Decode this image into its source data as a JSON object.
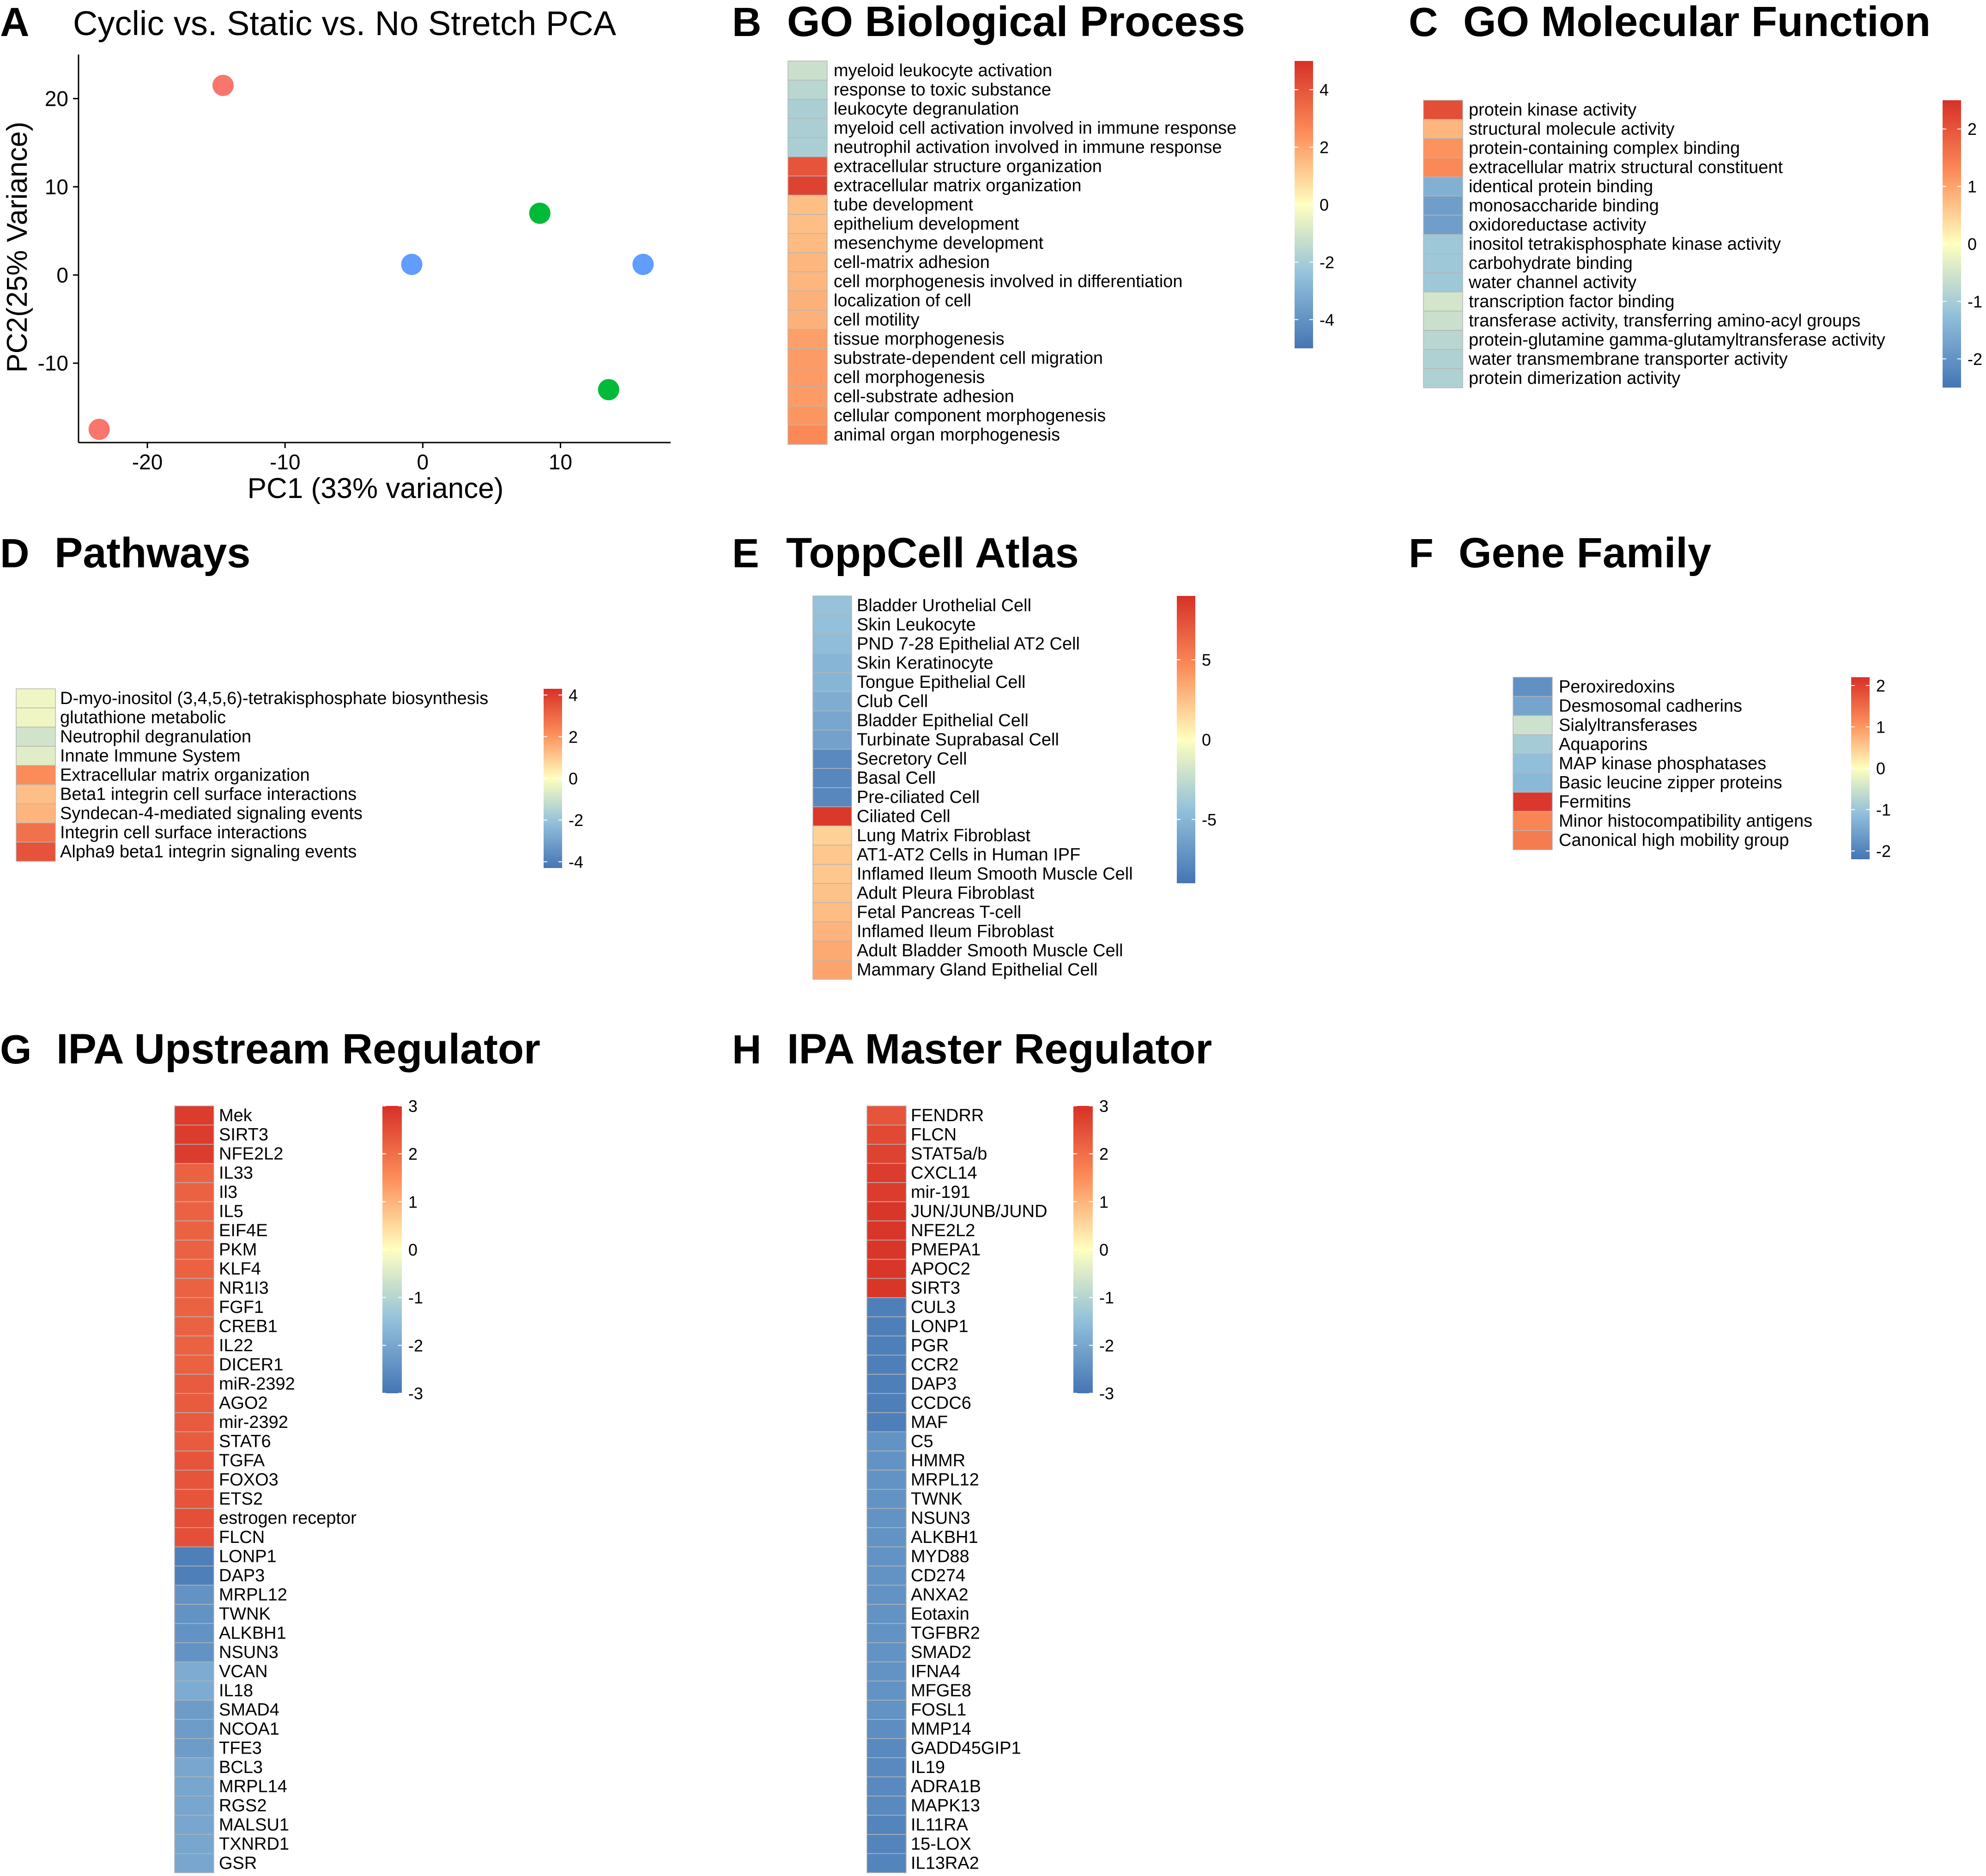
{
  "chart_data": [
    {
      "id": "A",
      "type": "scatter",
      "letter": "A",
      "title": "Cyclic vs. Static vs. No Stretch PCA",
      "xlabel": "PC1 (33% variance)",
      "ylabel": "PC2(25% Variance)",
      "xlim": [
        -25,
        18
      ],
      "ylim": [
        -19,
        25
      ],
      "xticks": [
        -20,
        -10,
        0,
        10
      ],
      "yticks": [
        -10,
        0,
        10,
        20
      ],
      "grid": false,
      "colors": [
        "#F8766D",
        "#00BA38",
        "#619CFF"
      ],
      "points": [
        {
          "x": -14.5,
          "y": 21.5,
          "color": "#F8766D"
        },
        {
          "x": -23.5,
          "y": -17.5,
          "color": "#F8766D"
        },
        {
          "x": 8.5,
          "y": 7.0,
          "color": "#00BA38"
        },
        {
          "x": 13.5,
          "y": -13.0,
          "color": "#00BA38"
        },
        {
          "x": -0.8,
          "y": 1.2,
          "color": "#619CFF"
        },
        {
          "x": 16.0,
          "y": 1.2,
          "color": "#619CFF"
        }
      ]
    },
    {
      "id": "B",
      "type": "heatmap",
      "letter": "B",
      "title": "GO Biological Process",
      "color_range": [
        -5,
        5
      ],
      "colorbar_ticks": [
        4,
        2,
        0,
        -2,
        -4
      ],
      "rows": [
        {
          "label": "myeloid leukocyte activation",
          "value": -1.2
        },
        {
          "label": "response to toxic substance",
          "value": -1.6
        },
        {
          "label": "leukocyte degranulation",
          "value": -1.9
        },
        {
          "label": "myeloid cell activation involved in immune response",
          "value": -1.9
        },
        {
          "label": "neutrophil activation involved in immune response",
          "value": -1.9
        },
        {
          "label": "extracellular structure organization",
          "value": 4.0
        },
        {
          "label": "extracellular matrix organization",
          "value": 4.5
        },
        {
          "label": "tube development",
          "value": 1.4
        },
        {
          "label": "epithelium development",
          "value": 1.4
        },
        {
          "label": "mesenchyme development",
          "value": 1.5
        },
        {
          "label": "cell-matrix adhesion",
          "value": 1.6
        },
        {
          "label": "cell morphogenesis involved in differentiation",
          "value": 1.6
        },
        {
          "label": "localization of cell",
          "value": 1.7
        },
        {
          "label": "cell motility",
          "value": 1.7
        },
        {
          "label": "tissue morphogenesis",
          "value": 2.1
        },
        {
          "label": "substrate-dependent cell migration",
          "value": 2.2
        },
        {
          "label": "cell morphogenesis",
          "value": 2.2
        },
        {
          "label": "cell-substrate adhesion",
          "value": 2.2
        },
        {
          "label": "cellular component morphogenesis",
          "value": 2.3
        },
        {
          "label": "animal organ morphogenesis",
          "value": 2.6
        }
      ]
    },
    {
      "id": "C",
      "type": "heatmap",
      "letter": "C",
      "title": "GO Molecular Function",
      "color_range": [
        -2.5,
        2.5
      ],
      "colorbar_ticks": [
        2,
        1,
        0,
        -1,
        -2
      ],
      "rows": [
        {
          "label": "protein kinase activity",
          "value": 2.1
        },
        {
          "label": "structural molecule activity",
          "value": 0.8
        },
        {
          "label": "protein-containing complex binding",
          "value": 1.2
        },
        {
          "label": "extracellular matrix structural constituent",
          "value": 1.3
        },
        {
          "label": "identical protein binding",
          "value": -1.5
        },
        {
          "label": "monosaccharide binding",
          "value": -1.8
        },
        {
          "label": "oxidoreductase activity",
          "value": -1.8
        },
        {
          "label": "inositol tetrakisphosphate kinase activity",
          "value": -1.1
        },
        {
          "label": "carbohydrate binding",
          "value": -1.1
        },
        {
          "label": "water channel activity",
          "value": -1.1
        },
        {
          "label": "transcription factor binding",
          "value": -0.5
        },
        {
          "label": "transferase activity, transferring amino-acyl groups",
          "value": -0.6
        },
        {
          "label": "protein-glutamine gamma-glutamyltransferase activity",
          "value": -0.8
        },
        {
          "label": "water transmembrane transporter activity",
          "value": -0.9
        },
        {
          "label": "protein dimerization activity",
          "value": -0.9
        }
      ]
    },
    {
      "id": "D",
      "type": "heatmap",
      "letter": "D",
      "title": "Pathways",
      "color_range": [
        -4.3,
        4.3
      ],
      "colorbar_ticks": [
        4,
        2,
        0,
        -2,
        -4
      ],
      "rows": [
        {
          "label": "D-myo-inositol (3,4,5,6)-tetrakisphosphate biosynthesis",
          "value": -0.3
        },
        {
          "label": "glutathione metabolic",
          "value": -0.3
        },
        {
          "label": "Neutrophil degranulation",
          "value": -0.9
        },
        {
          "label": "Innate Immune System",
          "value": -0.6
        },
        {
          "label": "Extracellular matrix organization",
          "value": 2.2
        },
        {
          "label": "Beta1 integrin cell surface interactions",
          "value": 1.2
        },
        {
          "label": "Syndecan-4-mediated signaling events",
          "value": 1.4
        },
        {
          "label": "Integrin cell surface interactions",
          "value": 2.8
        },
        {
          "label": "Alpha9 beta1 integrin signaling events",
          "value": 3.5
        }
      ]
    },
    {
      "id": "E",
      "type": "heatmap",
      "letter": "E",
      "title": "ToppCell Atlas",
      "color_range": [
        -9,
        9
      ],
      "colorbar_ticks": [
        5,
        0,
        -5
      ],
      "rows": [
        {
          "label": "Bladder Urothelial Cell",
          "value": -4.3
        },
        {
          "label": "Skin Leukocyte",
          "value": -4.4
        },
        {
          "label": "PND 7-28 Epithelial AT2 Cell",
          "value": -4.6
        },
        {
          "label": "Skin Keratinocyte",
          "value": -5.1
        },
        {
          "label": "Tongue Epithelial Cell",
          "value": -5.1
        },
        {
          "label": "Club Cell",
          "value": -5.6
        },
        {
          "label": "Bladder Epithelial Cell",
          "value": -6.0
        },
        {
          "label": "Turbinate Suprabasal Cell",
          "value": -6.3
        },
        {
          "label": "Secretory Cell",
          "value": -7.8
        },
        {
          "label": "Basal Cell",
          "value": -7.9
        },
        {
          "label": "Pre-ciliated Cell",
          "value": -7.9
        },
        {
          "label": "Ciliated Cell",
          "value": 8.6
        },
        {
          "label": "Lung Matrix Fibroblast",
          "value": 1.8
        },
        {
          "label": "AT1-AT2 Cells in Human IPF",
          "value": 2.2
        },
        {
          "label": "Inflamed Ileum Smooth Muscle Cell",
          "value": 2.2
        },
        {
          "label": "Adult Pleura Fibroblast",
          "value": 2.4
        },
        {
          "label": "Fetal Pancreas T-cell",
          "value": 2.6
        },
        {
          "label": "Inflamed Ileum Fibroblast",
          "value": 3.0
        },
        {
          "label": "Adult Bladder Smooth Muscle Cell",
          "value": 3.4
        },
        {
          "label": "Mammary Gland Epithelial Cell",
          "value": 3.6
        }
      ]
    },
    {
      "id": "F",
      "type": "heatmap",
      "letter": "F",
      "title": "Gene Family",
      "color_range": [
        -2.2,
        2.2
      ],
      "colorbar_ticks": [
        2,
        1,
        0,
        -1,
        -2
      ],
      "rows": [
        {
          "label": "Peroxiredoxins",
          "value": -1.8
        },
        {
          "label": "Desmosomal cadherins",
          "value": -1.5
        },
        {
          "label": "Sialyltransferases",
          "value": -0.5
        },
        {
          "label": "Aquaporins",
          "value": -0.9
        },
        {
          "label": "MAP kinase phosphatases",
          "value": -1.1
        },
        {
          "label": "Basic leucine zipper proteins",
          "value": -1.2
        },
        {
          "label": "Fermitins",
          "value": 2.1
        },
        {
          "label": "Minor histocompatibility antigens",
          "value": 1.2
        },
        {
          "label": "Canonical high mobility group",
          "value": 1.3
        }
      ]
    },
    {
      "id": "G",
      "type": "heatmap",
      "letter": "G",
      "title": "IPA Upstream Regulator",
      "color_range": [
        -3,
        3
      ],
      "colorbar_ticks": [
        3,
        2,
        1,
        0,
        -1,
        -2,
        -3
      ],
      "rows": [
        {
          "label": "Mek",
          "value": 2.8
        },
        {
          "label": "SIRT3",
          "value": 2.8
        },
        {
          "label": "NFE2L2",
          "value": 2.8
        },
        {
          "label": "IL33",
          "value": 2.2
        },
        {
          "label": "Il3",
          "value": 2.2
        },
        {
          "label": "IL5",
          "value": 2.2
        },
        {
          "label": "EIF4E",
          "value": 2.2
        },
        {
          "label": "PKM",
          "value": 2.2
        },
        {
          "label": "KLF4",
          "value": 2.2
        },
        {
          "label": "NR1I3",
          "value": 2.2
        },
        {
          "label": "FGF1",
          "value": 2.2
        },
        {
          "label": "CREB1",
          "value": 2.2
        },
        {
          "label": "IL22",
          "value": 2.2
        },
        {
          "label": "DICER1",
          "value": 2.2
        },
        {
          "label": "miR-2392",
          "value": 2.3
        },
        {
          "label": "AGO2",
          "value": 2.3
        },
        {
          "label": "mir-2392",
          "value": 2.3
        },
        {
          "label": "STAT6",
          "value": 2.3
        },
        {
          "label": "TGFA",
          "value": 2.4
        },
        {
          "label": "FOXO3",
          "value": 2.4
        },
        {
          "label": "ETS2",
          "value": 2.4
        },
        {
          "label": "estrogen receptor",
          "value": 2.5
        },
        {
          "label": "FLCN",
          "value": 2.5
        },
        {
          "label": "LONP1",
          "value": -2.8
        },
        {
          "label": "DAP3",
          "value": -2.8
        },
        {
          "label": "MRPL12",
          "value": -2.4
        },
        {
          "label": "TWNK",
          "value": -2.4
        },
        {
          "label": "ALKBH1",
          "value": -2.4
        },
        {
          "label": "NSUN3",
          "value": -2.4
        },
        {
          "label": "VCAN",
          "value": -1.9
        },
        {
          "label": "IL18",
          "value": -1.9
        },
        {
          "label": "SMAD4",
          "value": -2.2
        },
        {
          "label": "NCOA1",
          "value": -2.2
        },
        {
          "label": "TFE3",
          "value": -2.2
        },
        {
          "label": "BCL3",
          "value": -2.0
        },
        {
          "label": "MRPL14",
          "value": -2.0
        },
        {
          "label": "RGS2",
          "value": -2.0
        },
        {
          "label": "MALSU1",
          "value": -2.0
        },
        {
          "label": "TXNRD1",
          "value": -2.0
        },
        {
          "label": "GSR",
          "value": -2.0
        }
      ]
    },
    {
      "id": "H",
      "type": "heatmap",
      "letter": "H",
      "title": "IPA Master Regulator",
      "color_range": [
        -3,
        3
      ],
      "colorbar_ticks": [
        3,
        2,
        1,
        0,
        -1,
        -2,
        -3
      ],
      "rows": [
        {
          "label": "FENDRR",
          "value": 2.4
        },
        {
          "label": "FLCN",
          "value": 2.6
        },
        {
          "label": "STAT5a/b",
          "value": 2.7
        },
        {
          "label": "CXCL14",
          "value": 2.8
        },
        {
          "label": "mir-191",
          "value": 2.8
        },
        {
          "label": "JUN/JUNB/JUND",
          "value": 2.9
        },
        {
          "label": "NFE2L2",
          "value": 2.9
        },
        {
          "label": "PMEPA1",
          "value": 2.9
        },
        {
          "label": "APOC2",
          "value": 2.9
        },
        {
          "label": "SIRT3",
          "value": 2.9
        },
        {
          "label": "CUL3",
          "value": -2.8
        },
        {
          "label": "LONP1",
          "value": -2.8
        },
        {
          "label": "PGR",
          "value": -2.8
        },
        {
          "label": "CCR2",
          "value": -2.8
        },
        {
          "label": "DAP3",
          "value": -2.8
        },
        {
          "label": "CCDC6",
          "value": -2.8
        },
        {
          "label": "MAF",
          "value": -2.8
        },
        {
          "label": "C5",
          "value": -2.4
        },
        {
          "label": "HMMR",
          "value": -2.4
        },
        {
          "label": "MRPL12",
          "value": -2.4
        },
        {
          "label": "TWNK",
          "value": -2.4
        },
        {
          "label": "NSUN3",
          "value": -2.4
        },
        {
          "label": "ALKBH1",
          "value": -2.4
        },
        {
          "label": "MYD88",
          "value": -2.4
        },
        {
          "label": "CD274",
          "value": -2.4
        },
        {
          "label": "ANXA2",
          "value": -2.4
        },
        {
          "label": "Eotaxin",
          "value": -2.4
        },
        {
          "label": "TGFBR2",
          "value": -2.4
        },
        {
          "label": "SMAD2",
          "value": -2.4
        },
        {
          "label": "IFNA4",
          "value": -2.4
        },
        {
          "label": "MFGE8",
          "value": -2.4
        },
        {
          "label": "FOSL1",
          "value": -2.4
        },
        {
          "label": "MMP14",
          "value": -2.5
        },
        {
          "label": "GADD45GIP1",
          "value": -2.6
        },
        {
          "label": "IL19",
          "value": -2.6
        },
        {
          "label": "ADRA1B",
          "value": -2.6
        },
        {
          "label": "MAPK13",
          "value": -2.6
        },
        {
          "label": "IL11RA",
          "value": -2.7
        },
        {
          "label": "15-LOX",
          "value": -2.7
        },
        {
          "label": "IL13RA2",
          "value": -2.7
        }
      ]
    }
  ]
}
